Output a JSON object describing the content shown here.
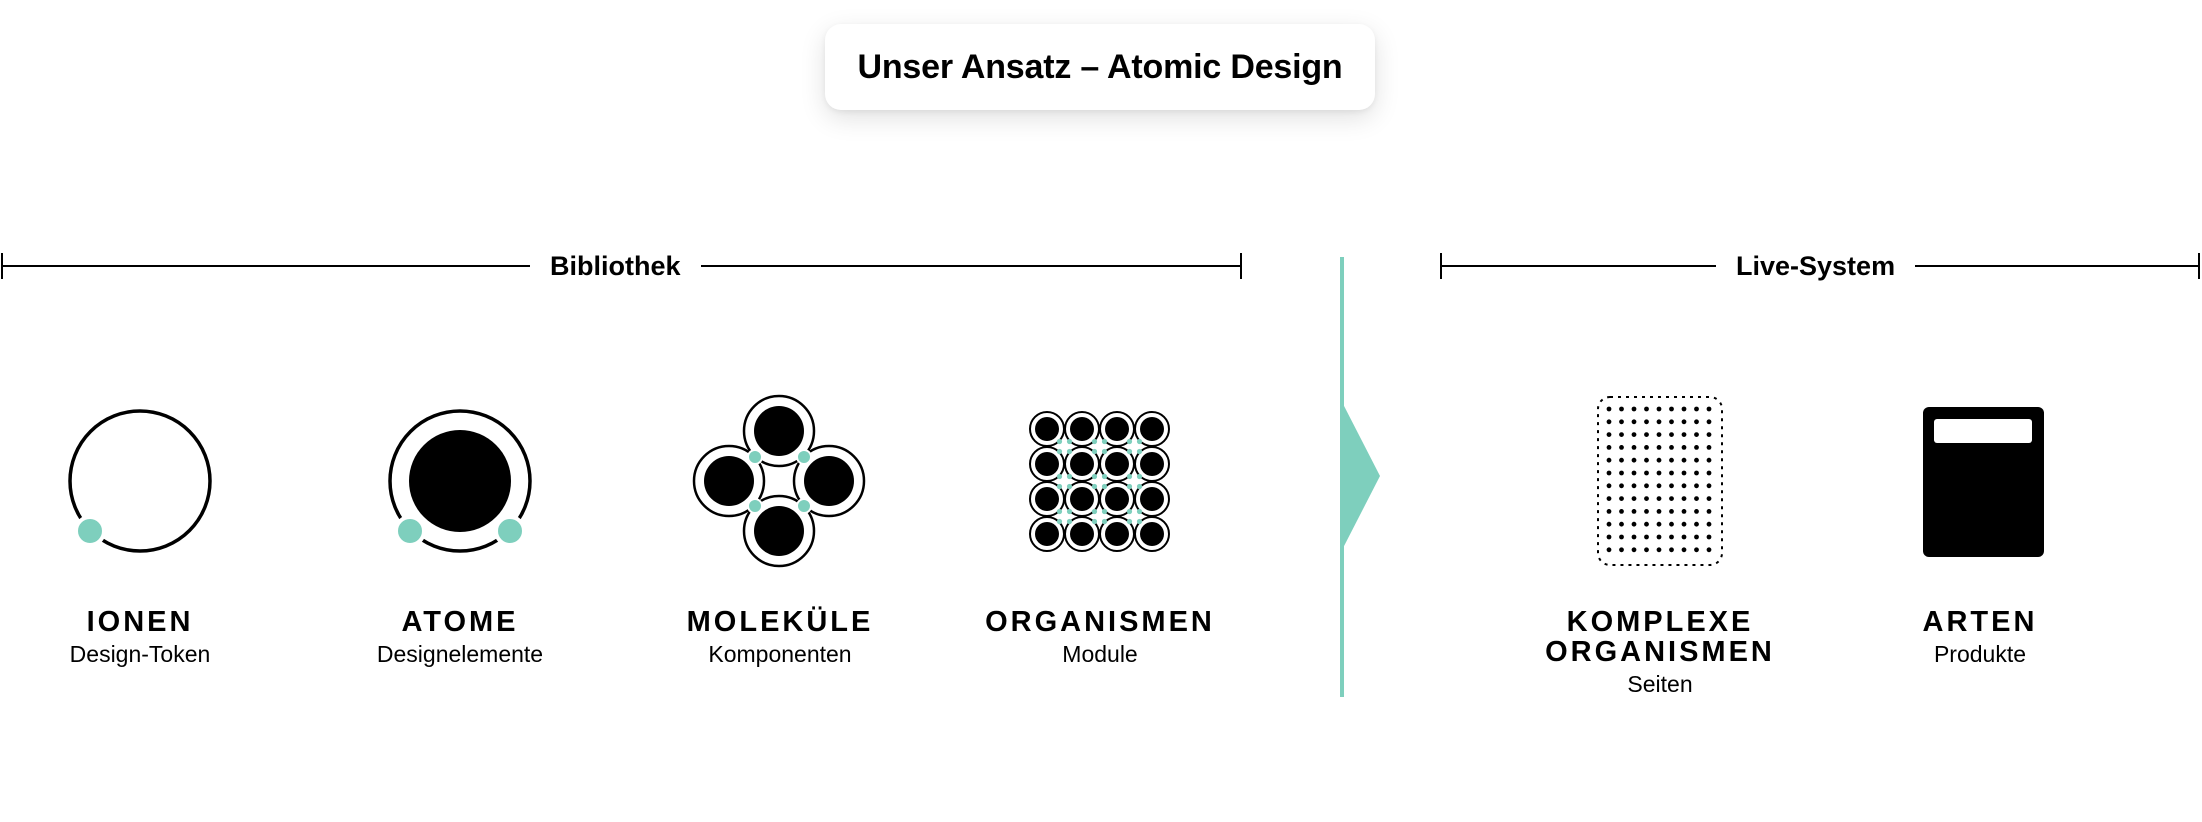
{
  "title": "Unser Ansatz – Atomic Design",
  "sections": {
    "library": "Bibliothek",
    "live": "Live-System"
  },
  "columns": [
    {
      "title": "IONEN",
      "subtitle": "Design-Token",
      "icon": "ion-icon"
    },
    {
      "title": "ATOME",
      "subtitle": "Designelemente",
      "icon": "atom-icon"
    },
    {
      "title": "MOLEKÜLE",
      "subtitle": "Komponenten",
      "icon": "molecule-icon"
    },
    {
      "title": "ORGANISMEN",
      "subtitle": "Module",
      "icon": "organism-icon"
    },
    {
      "title": "KOMPLEXE ORGANISMEN",
      "title_line1": "KOMPLEXE",
      "title_line2": "ORGANISMEN",
      "subtitle": "Seiten",
      "icon": "dotted-page-icon"
    },
    {
      "title": "ARTEN",
      "subtitle": "Produkte",
      "icon": "product-icon"
    }
  ],
  "colors": {
    "accent": "#7ecfbd",
    "ink": "#000000",
    "background": "#ffffff"
  }
}
